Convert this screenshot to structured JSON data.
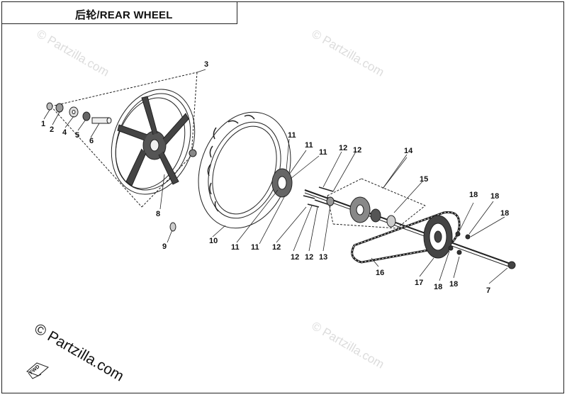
{
  "title": "后轮/REAR WHEEL",
  "watermark": "© Partzilla.com",
  "copyright": "© Partzilla.com",
  "front_marker": "FWD",
  "callouts": {
    "c1": "1",
    "c2": "2",
    "c3": "3",
    "c4": "4",
    "c5": "5",
    "c6": "6",
    "c7": "7",
    "c8": "8",
    "c9": "9",
    "c10": "10",
    "c11a": "11",
    "c11b": "11",
    "c11c": "11",
    "c11d": "11",
    "c11e": "11",
    "c12a": "12",
    "c12b": "12",
    "c12c": "12",
    "c12d": "12",
    "c12e": "12",
    "c13": "13",
    "c14": "14",
    "c15": "15",
    "c16": "16",
    "c17": "17",
    "c18a": "18",
    "c18b": "18",
    "c18c": "18",
    "c18d": "18",
    "c18e": "18"
  }
}
